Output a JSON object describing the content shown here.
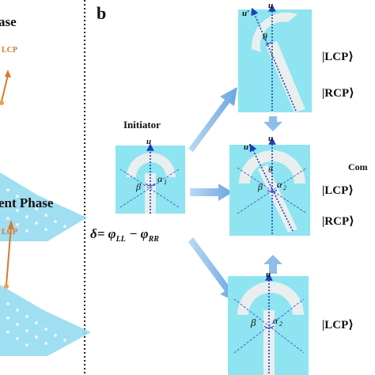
{
  "left_panel": {
    "phase_top_label": "ase",
    "phase_bottom_label": "ent Phase",
    "lcp_top": "LCP",
    "lcp_bottom": "LCP"
  },
  "panel_b": {
    "label": "b",
    "initiator_label": "Initiator",
    "delta_equation": "δ= φLL − φRR",
    "delta_main": "δ= φ",
    "delta_sub1": "LL",
    "delta_minus": " − φ",
    "delta_sub2": "RR",
    "right_partial_label": "Com",
    "cells": {
      "initiator": {
        "u": "u",
        "beta": "β",
        "alpha": "α",
        "alpha_sub": "1"
      },
      "top": {
        "u": "u",
        "u_prime": "u′",
        "theta": "θ"
      },
      "middle": {
        "u": "u",
        "u_prime": "u′",
        "theta": "θ",
        "beta": "β",
        "alpha": "α",
        "alpha_sub": "2"
      },
      "bottom": {
        "u": "u",
        "beta": "β",
        "alpha": "α",
        "alpha_sub": "2"
      }
    },
    "state_labels": {
      "top_lcp": "|LCP⟩",
      "top_rcp": "|RCP⟩",
      "mid_lcp": "|LCP⟩",
      "mid_rcp": "|RCP⟩",
      "bottom_lcp": "|LCP⟩"
    }
  },
  "colors": {
    "cell_bg": "#8ee4f0",
    "accent_blue": "#1f3fb6",
    "arrow_blue": "#7fb3e8",
    "orange": "#d9792b",
    "text": "#111111"
  }
}
